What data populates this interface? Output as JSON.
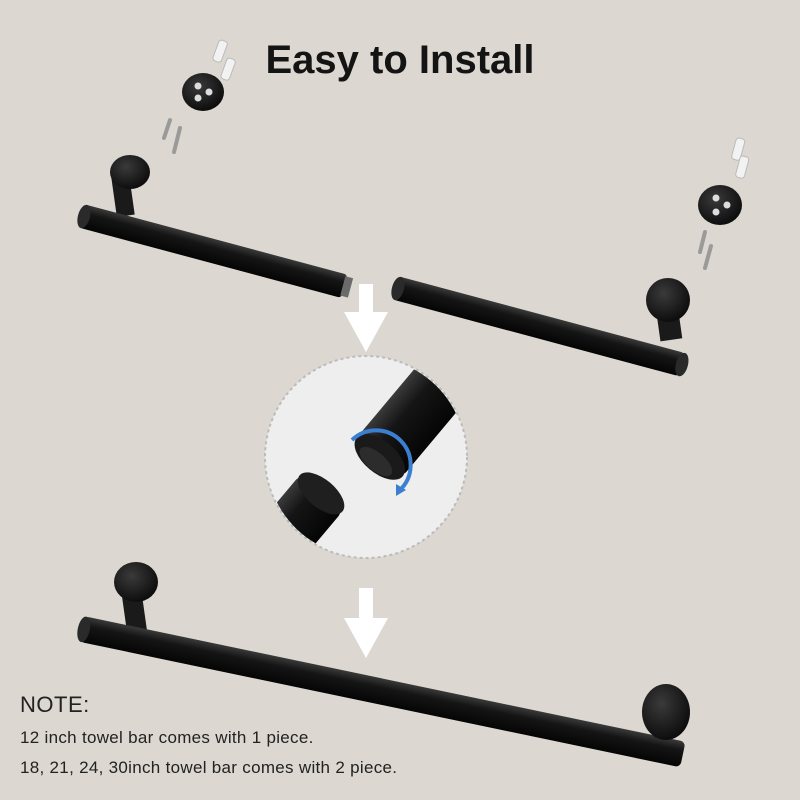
{
  "title": "Easy to Install",
  "note": {
    "heading": "NOTE:",
    "lines": [
      "12 inch towel bar comes with 1 piece.",
      "18, 21, 24, 30inch towel bar comes with 2 piece."
    ]
  },
  "colors": {
    "background": "#dcd7d0",
    "bar": "#141414",
    "arrow": "#ffffff",
    "accent_ring": "#3b7fd0"
  }
}
